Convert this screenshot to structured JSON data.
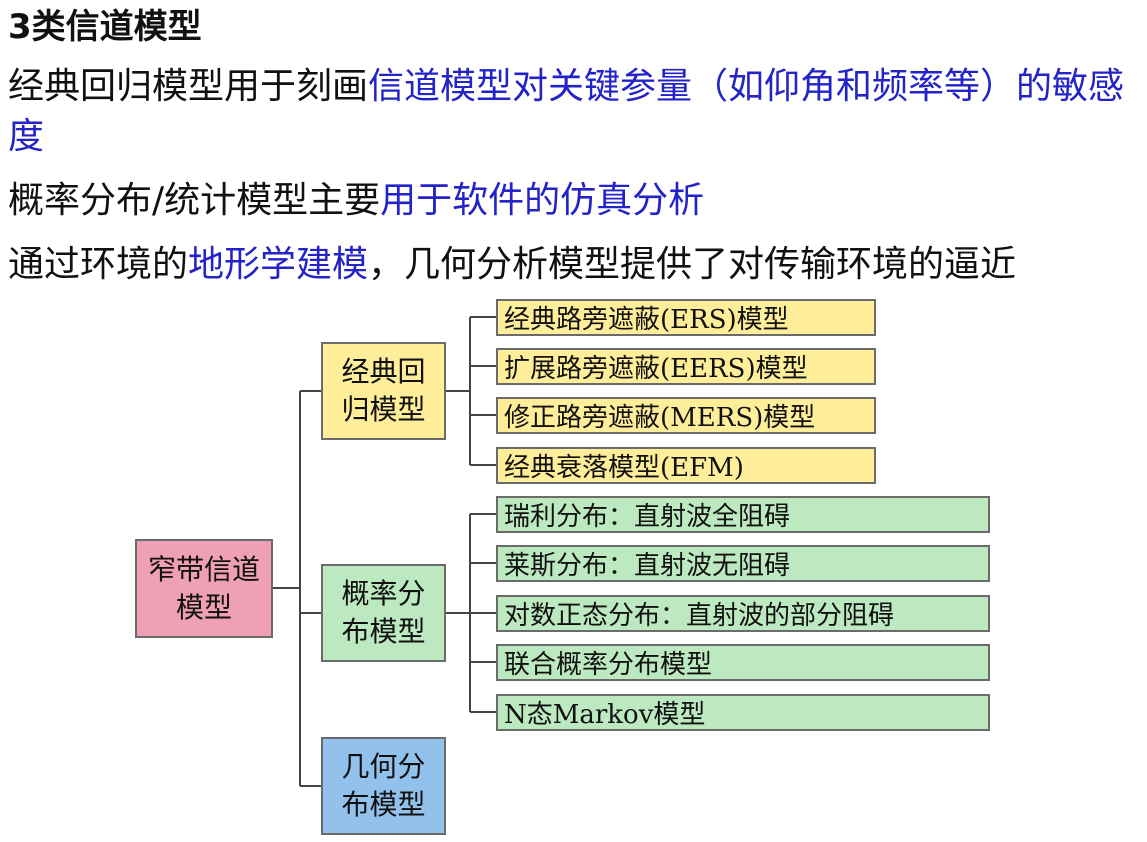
{
  "heading": "3类信道模型",
  "paragraphs": [
    {
      "plain": "经典回归模型用于刻画",
      "highlight": "信道模型对关键参量（如仰角和频率等）的敏感度",
      "tail": ""
    },
    {
      "plain": "概率分布/统计模型主要",
      "highlight": "用于软件的仿真分析",
      "tail": ""
    },
    {
      "plain": "通过环境的",
      "highlight": "地形学建模",
      "tail": "，几何分析模型提供了对传输环境的逼近"
    }
  ],
  "colors": {
    "highlight_text": "#2323c8",
    "root_box": "#f0a0b4",
    "regression_box": "#ffee99",
    "probability_box": "#bde9c0",
    "geometric_box": "#92c2ec"
  },
  "diagram": {
    "root": "窄带信道模型",
    "categories": [
      {
        "label": "经典回归模型",
        "items": [
          "经典路旁遮蔽(ERS)模型",
          "扩展路旁遮蔽(EERS)模型",
          "修正路旁遮蔽(MERS)模型",
          "经典衰落模型(EFM)"
        ]
      },
      {
        "label": "概率分布模型",
        "items": [
          "瑞利分布：直射波全阻碍",
          "莱斯分布：直射波无阻碍",
          "对数正态分布：直射波的部分阻碍",
          "联合概率分布模型",
          "N态Markov模型"
        ]
      },
      {
        "label": "几何分布模型",
        "items": []
      }
    ]
  }
}
